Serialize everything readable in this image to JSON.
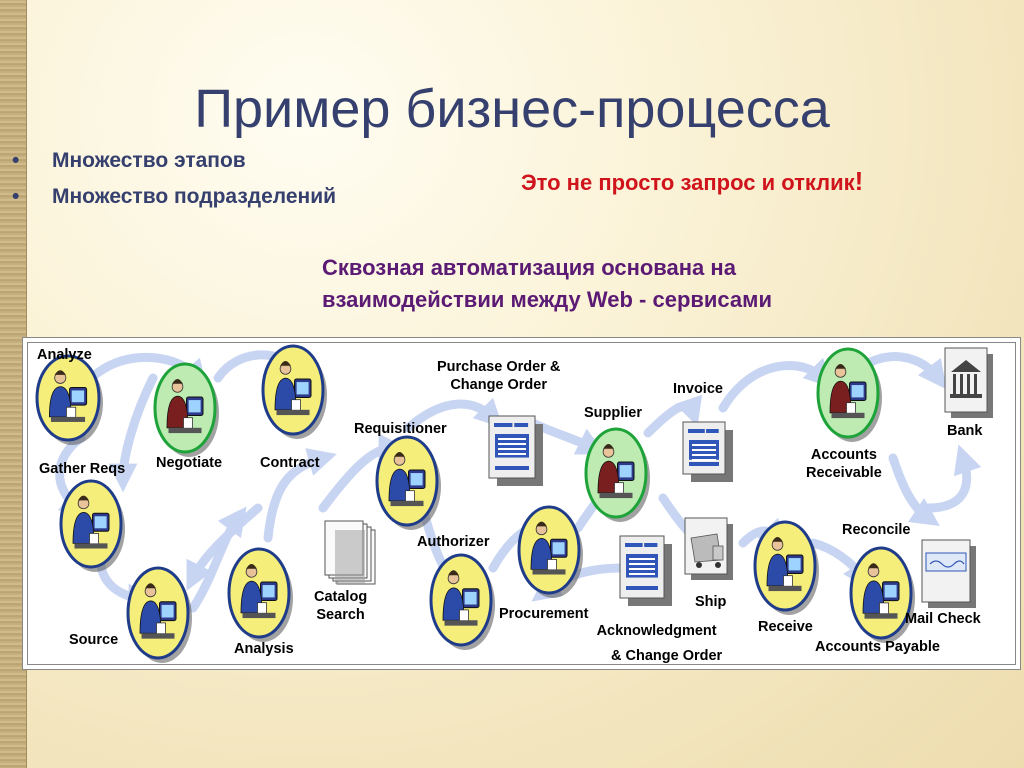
{
  "slide": {
    "title": "Пример бизнес-процесса",
    "bullets": [
      "Множество этапов",
      "Множество подразделений"
    ],
    "bullet_glyph": "•",
    "note_red": "Это не просто запрос и отклик",
    "note_red_mark": "!",
    "note_purple_line1": "Сквозная автоматизация основана на",
    "note_purple_line2": "взаимодействии между Web - сервисами"
  },
  "diagram": {
    "labels": {
      "analyze": "Analyze",
      "gather_reqs": "Gather Reqs",
      "negotiate": "Negotiate",
      "contract": "Contract",
      "source": "Source",
      "analysis": "Analysis",
      "catalog_1": "Catalog",
      "catalog_2": "Search",
      "requisitioner": "Requisitioner",
      "po_1": "Purchase Order &",
      "po_2": "Change Order",
      "invoice": "Invoice",
      "supplier": "Supplier",
      "accounts_1": "Accounts",
      "accounts_2": "Receivable",
      "bank": "Bank",
      "authorizer": "Authorizer",
      "procurement": "Procurement",
      "ack_1": "Acknowledgment",
      "ack_2": "& Change Order",
      "ship": "Ship",
      "receive": "Receive",
      "reconcile": "Reconcile",
      "mail_check": "Mail Check",
      "accounts_payable": "Accounts Payable"
    },
    "colors": {
      "title": "#36406e",
      "red": "#d0141c",
      "purple": "#5b1a73",
      "badge_blue": "#1f3c8a",
      "badge_green": "#1ea33a",
      "badge_fill_yellow": "#f5ee7a",
      "badge_fill_green": "#bdebb1",
      "arrow": "#c6d3f2"
    },
    "icons": [
      "person-at-computer-icon",
      "document-form-icon",
      "catalog-stack-icon",
      "truck-icon",
      "bank-building-icon",
      "check-icon"
    ]
  }
}
